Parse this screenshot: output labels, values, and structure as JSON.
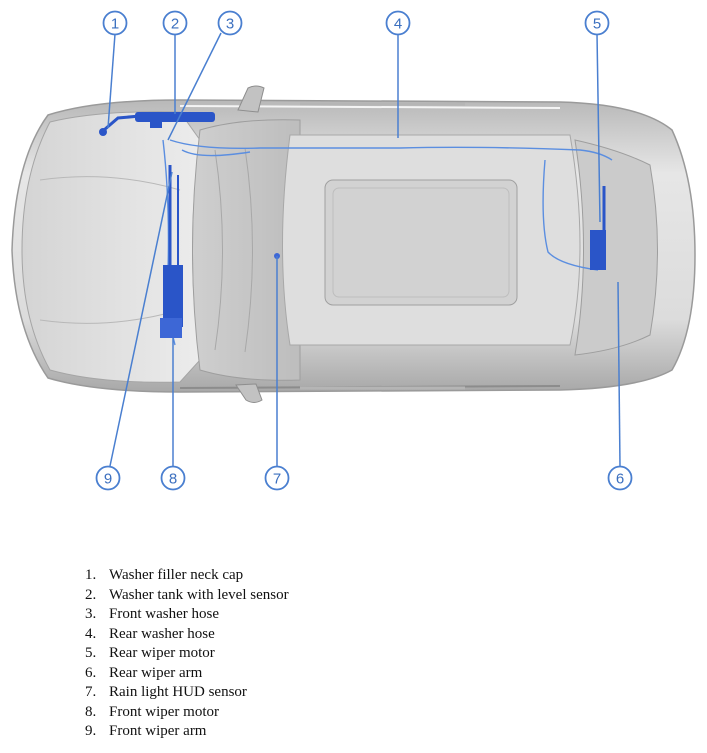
{
  "colors": {
    "callout": "#4a7fd0",
    "component": "#2a55c8",
    "hose": "#5b8ee0",
    "body_light": "#e8e8e8",
    "body_mid": "#c9c9c9",
    "body_dark": "#9a9a9a"
  },
  "callouts": [
    {
      "num": "1"
    },
    {
      "num": "2"
    },
    {
      "num": "3"
    },
    {
      "num": "4"
    },
    {
      "num": "5"
    },
    {
      "num": "6"
    },
    {
      "num": "7"
    },
    {
      "num": "8"
    },
    {
      "num": "9"
    }
  ],
  "legend": [
    {
      "num": "1.",
      "text": "Washer filler neck cap"
    },
    {
      "num": "2.",
      "text": "Washer tank with level sensor"
    },
    {
      "num": "3.",
      "text": "Front washer hose"
    },
    {
      "num": "4.",
      "text": "Rear washer hose"
    },
    {
      "num": "5.",
      "text": "Rear wiper motor"
    },
    {
      "num": "6.",
      "text": "Rear wiper arm"
    },
    {
      "num": "7.",
      "text": "Rain light HUD sensor"
    },
    {
      "num": "8.",
      "text": "Front wiper motor"
    },
    {
      "num": "9.",
      "text": "Front wiper arm"
    }
  ]
}
